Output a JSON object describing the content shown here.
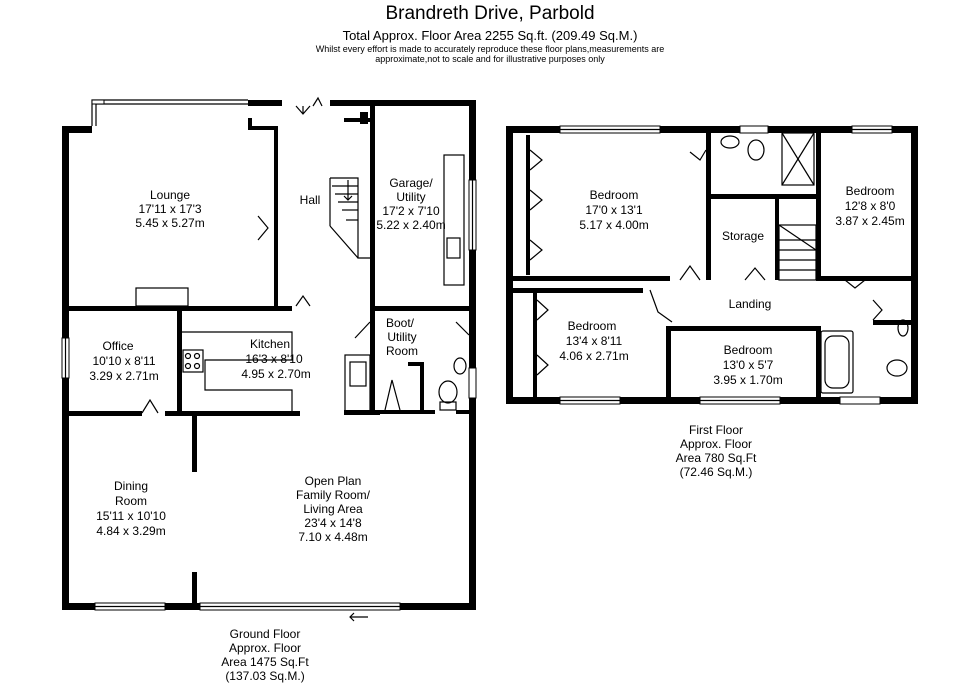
{
  "header": {
    "title": "Brandreth Drive, Parbold",
    "subtitle": "Total Approx. Floor Area 2255 Sq.ft. (209.49 Sq.M.)",
    "disclaimer_line1": "Whilst every effort is made to accurately reproduce these floor plans,measurements are",
    "disclaimer_line2": "approximate,not to scale and for illustrative purposes only"
  },
  "ground_floor": {
    "rooms": [
      {
        "name": "Lounge",
        "imperial": "17'11 x 17'3",
        "metric": "5.45 x 5.27m"
      },
      {
        "name": "Hall"
      },
      {
        "name": "Garage/",
        "name2": "Utility",
        "imperial": "17'2 x 7'10",
        "metric": "5.22 x 2.40m"
      },
      {
        "name": "Office",
        "imperial": "10'10 x 8'11",
        "metric": "3.29 x 2.71m"
      },
      {
        "name": "Kitchen",
        "imperial": "16'3 x 8'10",
        "metric": "4.95 x 2.70m"
      },
      {
        "name": "Boot/",
        "name2": "Utility",
        "name3": "Room"
      },
      {
        "name": "Dining",
        "name2": "Room",
        "imperial": "15'11 x 10'10",
        "metric": "4.84 x 3.29m"
      },
      {
        "name": "Open Plan",
        "name2": "Family Room/",
        "name3": "Living Area",
        "imperial": "23'4 x 14'8",
        "metric": "7.10 x 4.48m"
      }
    ],
    "caption": [
      "Ground Floor",
      "Approx. Floor",
      "Area 1475 Sq.Ft",
      "(137.03 Sq.M.)"
    ]
  },
  "first_floor": {
    "rooms": [
      {
        "name": "Bedroom",
        "imperial": "17'0 x 13'1",
        "metric": "5.17 x 4.00m"
      },
      {
        "name": "Bedroom",
        "imperial": "12'8 x 8'0",
        "metric": "3.87 x 2.45m"
      },
      {
        "name": "Storage"
      },
      {
        "name": "Landing"
      },
      {
        "name": "Bedroom",
        "imperial": "13'4 x 8'11",
        "metric": "4.06 x 2.71m"
      },
      {
        "name": "Bedroom",
        "imperial": "13'0 x 5'7",
        "metric": "3.95 x 1.70m"
      }
    ],
    "caption": [
      "First Floor",
      "Approx. Floor",
      "Area 780 Sq.Ft",
      "(72.46 Sq.M.)"
    ]
  }
}
